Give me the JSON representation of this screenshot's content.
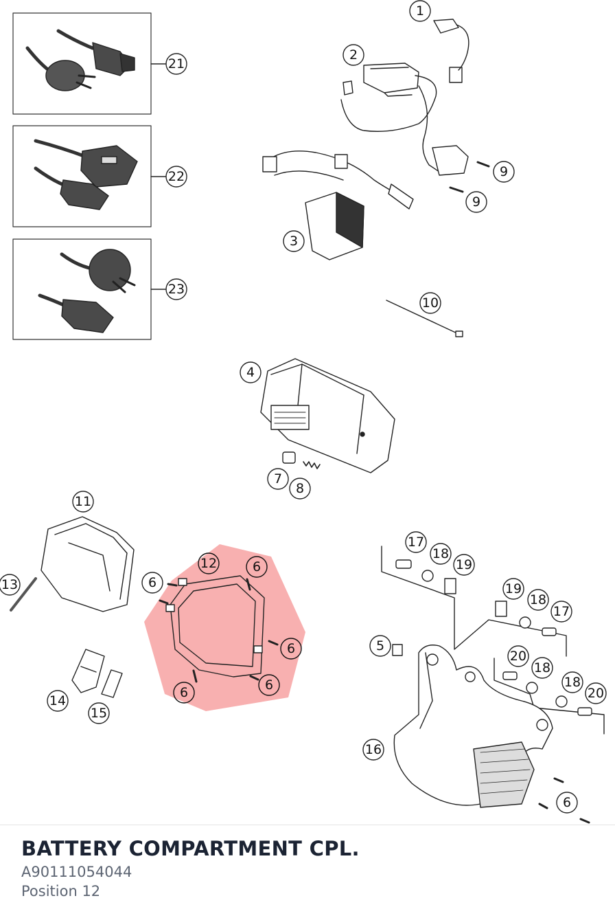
{
  "colors": {
    "highlight": "#f47c7c",
    "line": "#222222",
    "title": "#1b2333",
    "subtext": "#5c6472"
  },
  "callouts": [
    {
      "key": "c1",
      "label": "1"
    },
    {
      "key": "c2",
      "label": "2"
    },
    {
      "key": "c3",
      "label": "3"
    },
    {
      "key": "c9a",
      "label": "9"
    },
    {
      "key": "c9b",
      "label": "9"
    },
    {
      "key": "c10",
      "label": "10"
    },
    {
      "key": "c21",
      "label": "21"
    },
    {
      "key": "c22",
      "label": "22"
    },
    {
      "key": "c23",
      "label": "23"
    },
    {
      "key": "c4",
      "label": "4"
    },
    {
      "key": "c7",
      "label": "7"
    },
    {
      "key": "c8",
      "label": "8"
    },
    {
      "key": "c11",
      "label": "11"
    },
    {
      "key": "c13",
      "label": "13"
    },
    {
      "key": "c6a",
      "label": "6"
    },
    {
      "key": "c12",
      "label": "12"
    },
    {
      "key": "c6b",
      "label": "6"
    },
    {
      "key": "c6c",
      "label": "6"
    },
    {
      "key": "c6d",
      "label": "6"
    },
    {
      "key": "c6e",
      "label": "6"
    },
    {
      "key": "c14",
      "label": "14"
    },
    {
      "key": "c15",
      "label": "15"
    },
    {
      "key": "c17a",
      "label": "17"
    },
    {
      "key": "c18a",
      "label": "18"
    },
    {
      "key": "c19a",
      "label": "19"
    },
    {
      "key": "c19b",
      "label": "19"
    },
    {
      "key": "c18b",
      "label": "18"
    },
    {
      "key": "c17b",
      "label": "17"
    },
    {
      "key": "c5",
      "label": "5"
    },
    {
      "key": "c20a",
      "label": "20"
    },
    {
      "key": "c18c",
      "label": "18"
    },
    {
      "key": "c18d",
      "label": "18"
    },
    {
      "key": "c20b",
      "label": "20"
    },
    {
      "key": "c16",
      "label": "16"
    },
    {
      "key": "c6f",
      "label": "6"
    }
  ],
  "footer": {
    "title": "BATTERY COMPARTMENT CPL.",
    "part_number": "A90111054044",
    "position": "Position 12"
  }
}
